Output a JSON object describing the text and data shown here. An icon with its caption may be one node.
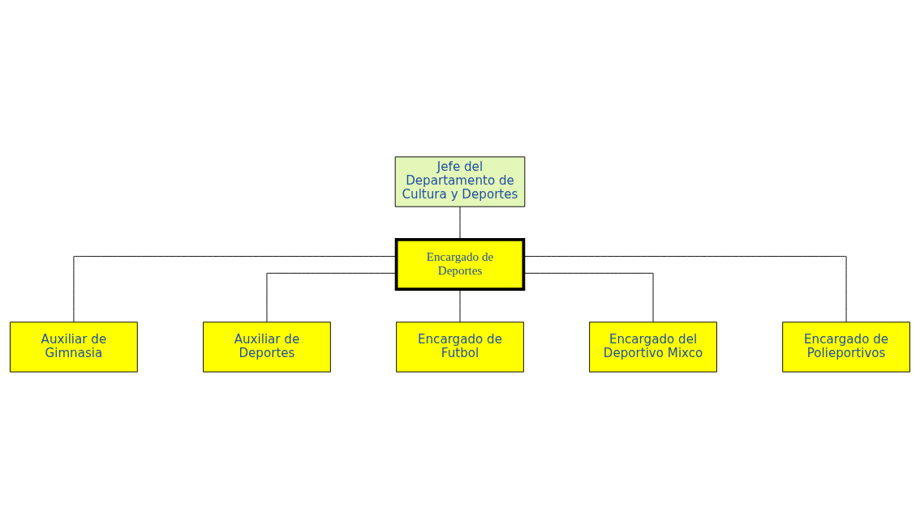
{
  "diagram": {
    "nodes": [
      {
        "text": [
          "Jefe del Departamento de Cultura y Deportes"
        ]
      },
      {
        "text": [
          "Encargado de Deportes"
        ]
      },
      {
        "text": [
          "Auxiliar de Gimnasia"
        ]
      },
      {
        "text": [
          "Auxiliar de Deportes"
        ]
      },
      {
        "text": [
          "Encargado de Futbol"
        ]
      },
      {
        "text": [
          "Encargado del Deportivo Mixco"
        ]
      },
      {
        "text": [
          "Encargado de Polieportivos"
        ]
      }
    ],
    "edges": [
      {
        "from": 0,
        "to": 1,
        "arrow": "none"
      },
      {
        "from": 1,
        "to": 2,
        "arrow": "none"
      },
      {
        "from": 1,
        "to": 3,
        "arrow": "none"
      },
      {
        "from": 1,
        "to": 4,
        "arrow": "none"
      },
      {
        "from": 1,
        "to": 5,
        "arrow": "none"
      },
      {
        "from": 1,
        "to": 6,
        "arrow": "none"
      }
    ]
  }
}
